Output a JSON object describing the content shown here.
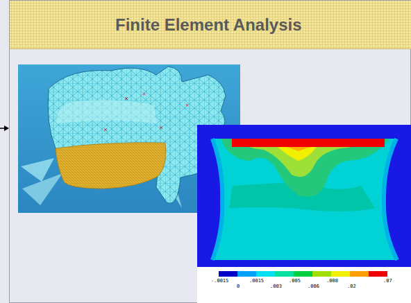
{
  "diagram": {
    "title": "Finite Element Analysis",
    "labels": [
      "-.0015",
      "0",
      ".0015",
      ".003",
      ".005",
      ".006",
      ".008",
      ".02",
      ".07"
    ]
  }
}
